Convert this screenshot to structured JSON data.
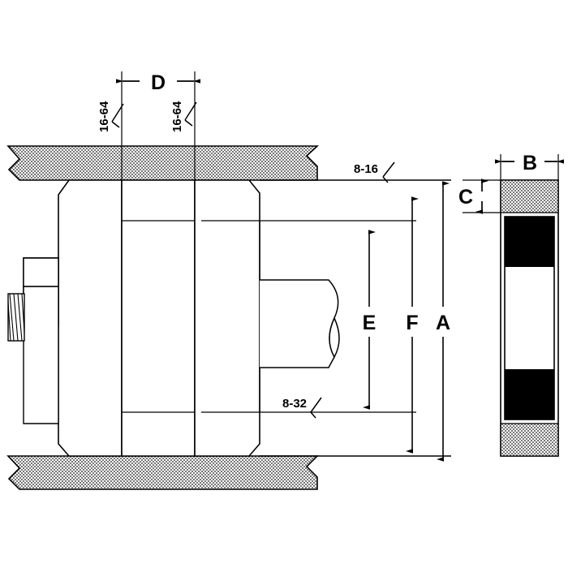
{
  "drawing": {
    "title": "Mechanical Assembly Cross-Section Drawing",
    "background_color": "#ffffff",
    "line_color": "#000000",
    "hatch_color": "#b4b4b4",
    "fill_black": "#000000",
    "dimensions": {
      "A": "A",
      "B": "B",
      "C": "C",
      "D": "D",
      "E": "E",
      "F": "F"
    },
    "surface_finishes": {
      "left_top": "16-64",
      "right_top": "16-64",
      "upper_right": "8-16",
      "lower_mid": "8-32"
    },
    "views": {
      "section_view_label": "",
      "end_view_label": ""
    }
  }
}
